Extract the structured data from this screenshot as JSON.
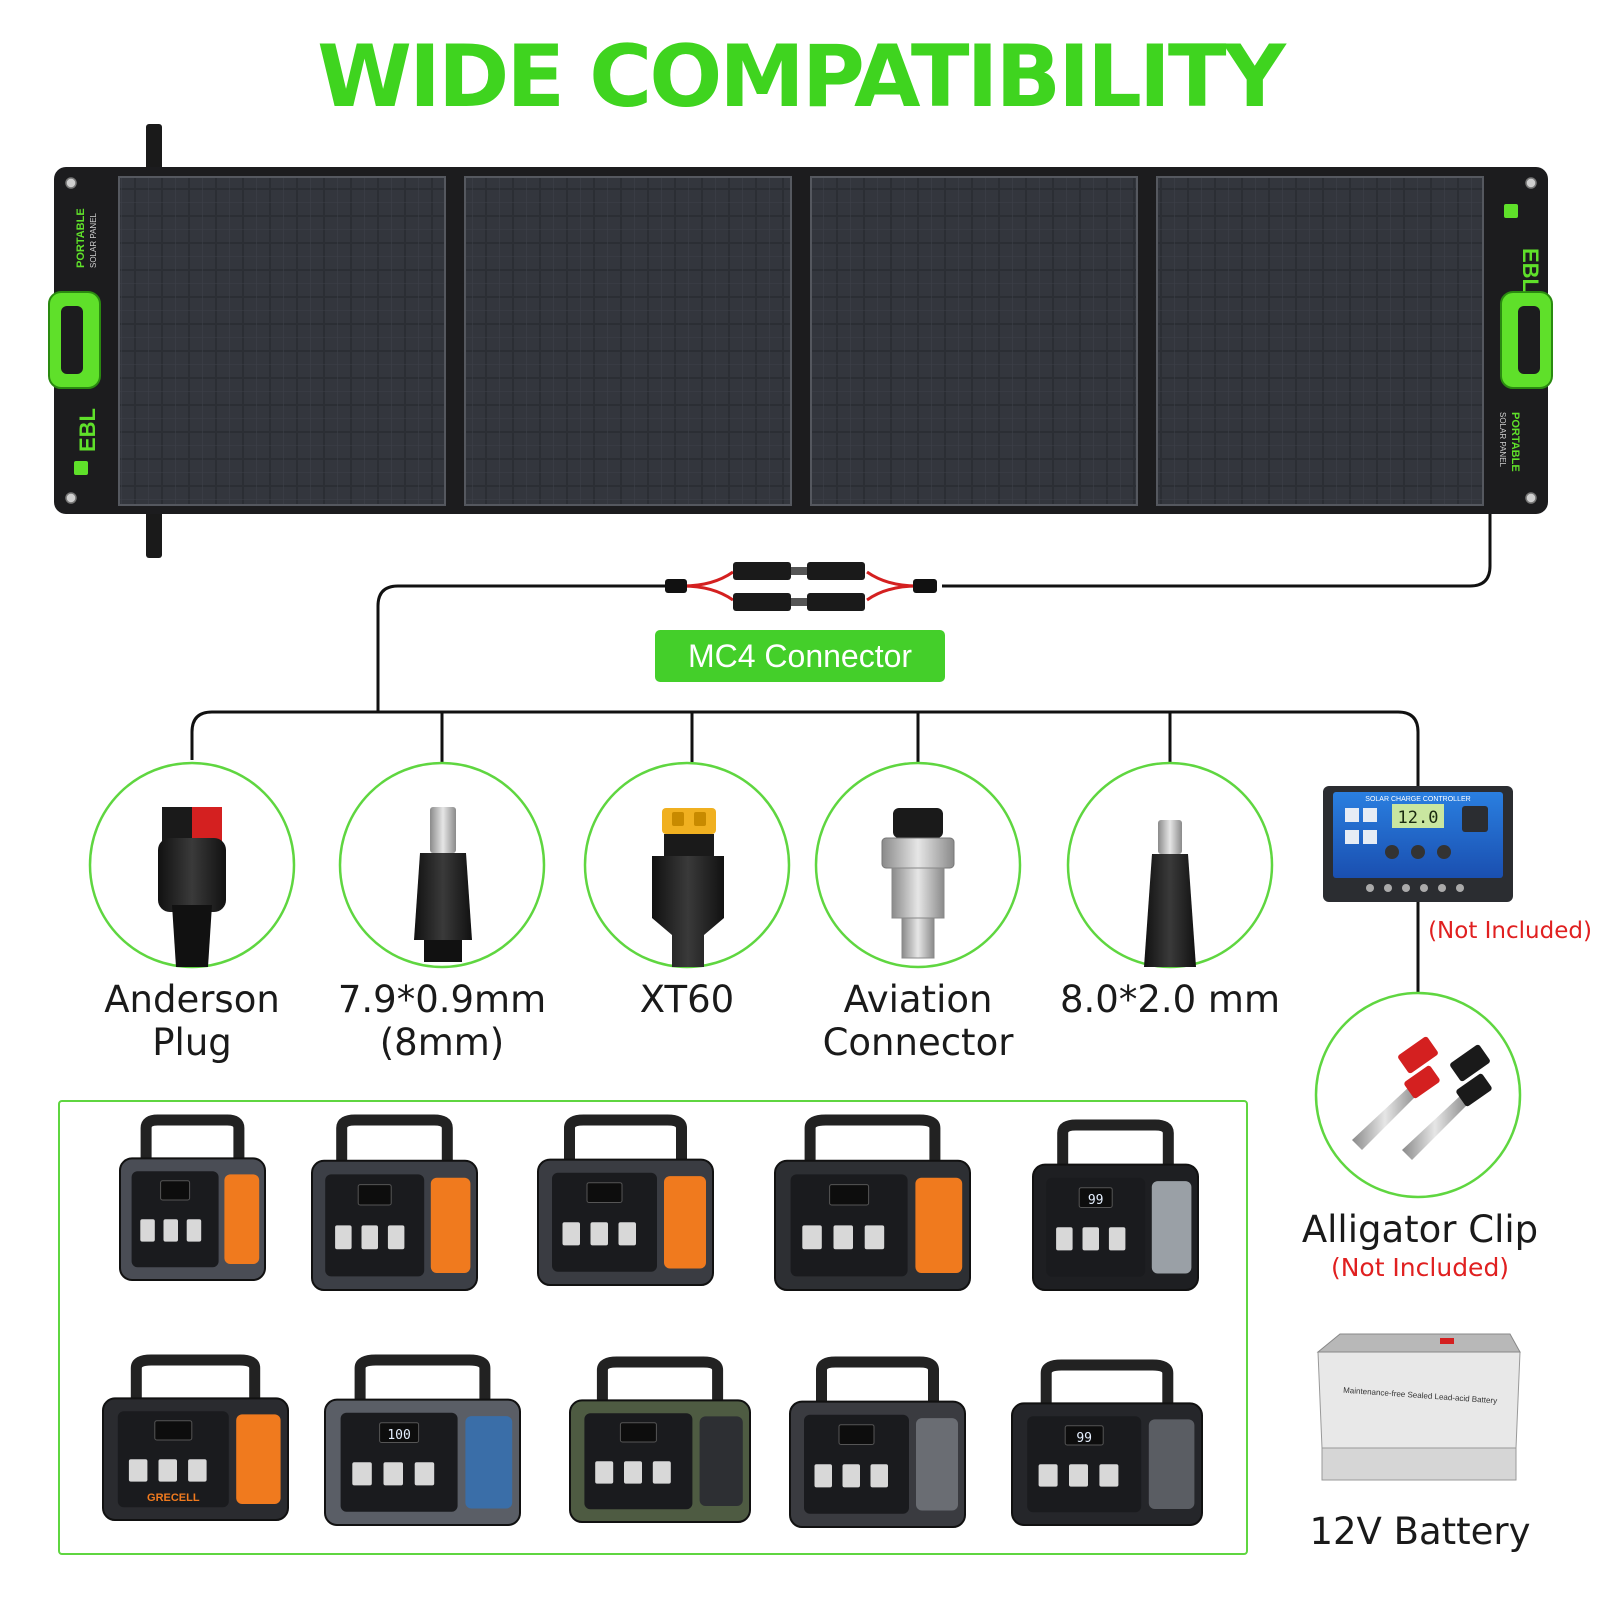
{
  "headline": "WIDE COMPATIBILITY",
  "panel": {
    "brand": "EBL",
    "side_text_line1": "PORTABLE",
    "side_text_line2": "SOLAR PANEL"
  },
  "mc4_label": "MC4 Connector",
  "connectors": [
    {
      "line1": "Anderson",
      "line2": "Plug"
    },
    {
      "line1": "7.9*0.9mm",
      "line2": "(8mm)"
    },
    {
      "line1": "XT60",
      "line2": ""
    },
    {
      "line1": "Aviation",
      "line2": "Connector"
    },
    {
      "line1": "8.0*2.0 mm",
      "line2": ""
    }
  ],
  "controller": {
    "title": "SOLAR CHARGE CONTROLLER",
    "display": "12.0",
    "note": "(Not Included)"
  },
  "alligator": {
    "label": "Alligator Clip",
    "note": "(Not Included)"
  },
  "battery": {
    "label": "12V Battery",
    "case_text": "Maintenance-free Sealed Lead-acid Battery"
  },
  "stations": [
    {
      "display": "",
      "logo": ""
    },
    {
      "display": "",
      "logo": ""
    },
    {
      "display": "",
      "logo": ""
    },
    {
      "display": "",
      "logo": ""
    },
    {
      "display": "99",
      "logo": ""
    },
    {
      "display": "",
      "logo": "GRECELL"
    },
    {
      "display": "100",
      "logo": ""
    },
    {
      "display": "",
      "logo": ""
    },
    {
      "display": "",
      "logo": ""
    },
    {
      "display": "99",
      "logo": ""
    }
  ],
  "colors": {
    "brand_green": "#3fd41f",
    "accent_orange": "#f07a1e",
    "note_red": "#e02020",
    "panel_dark": "#1c1c1e",
    "cell_dark": "#2a2d33"
  }
}
